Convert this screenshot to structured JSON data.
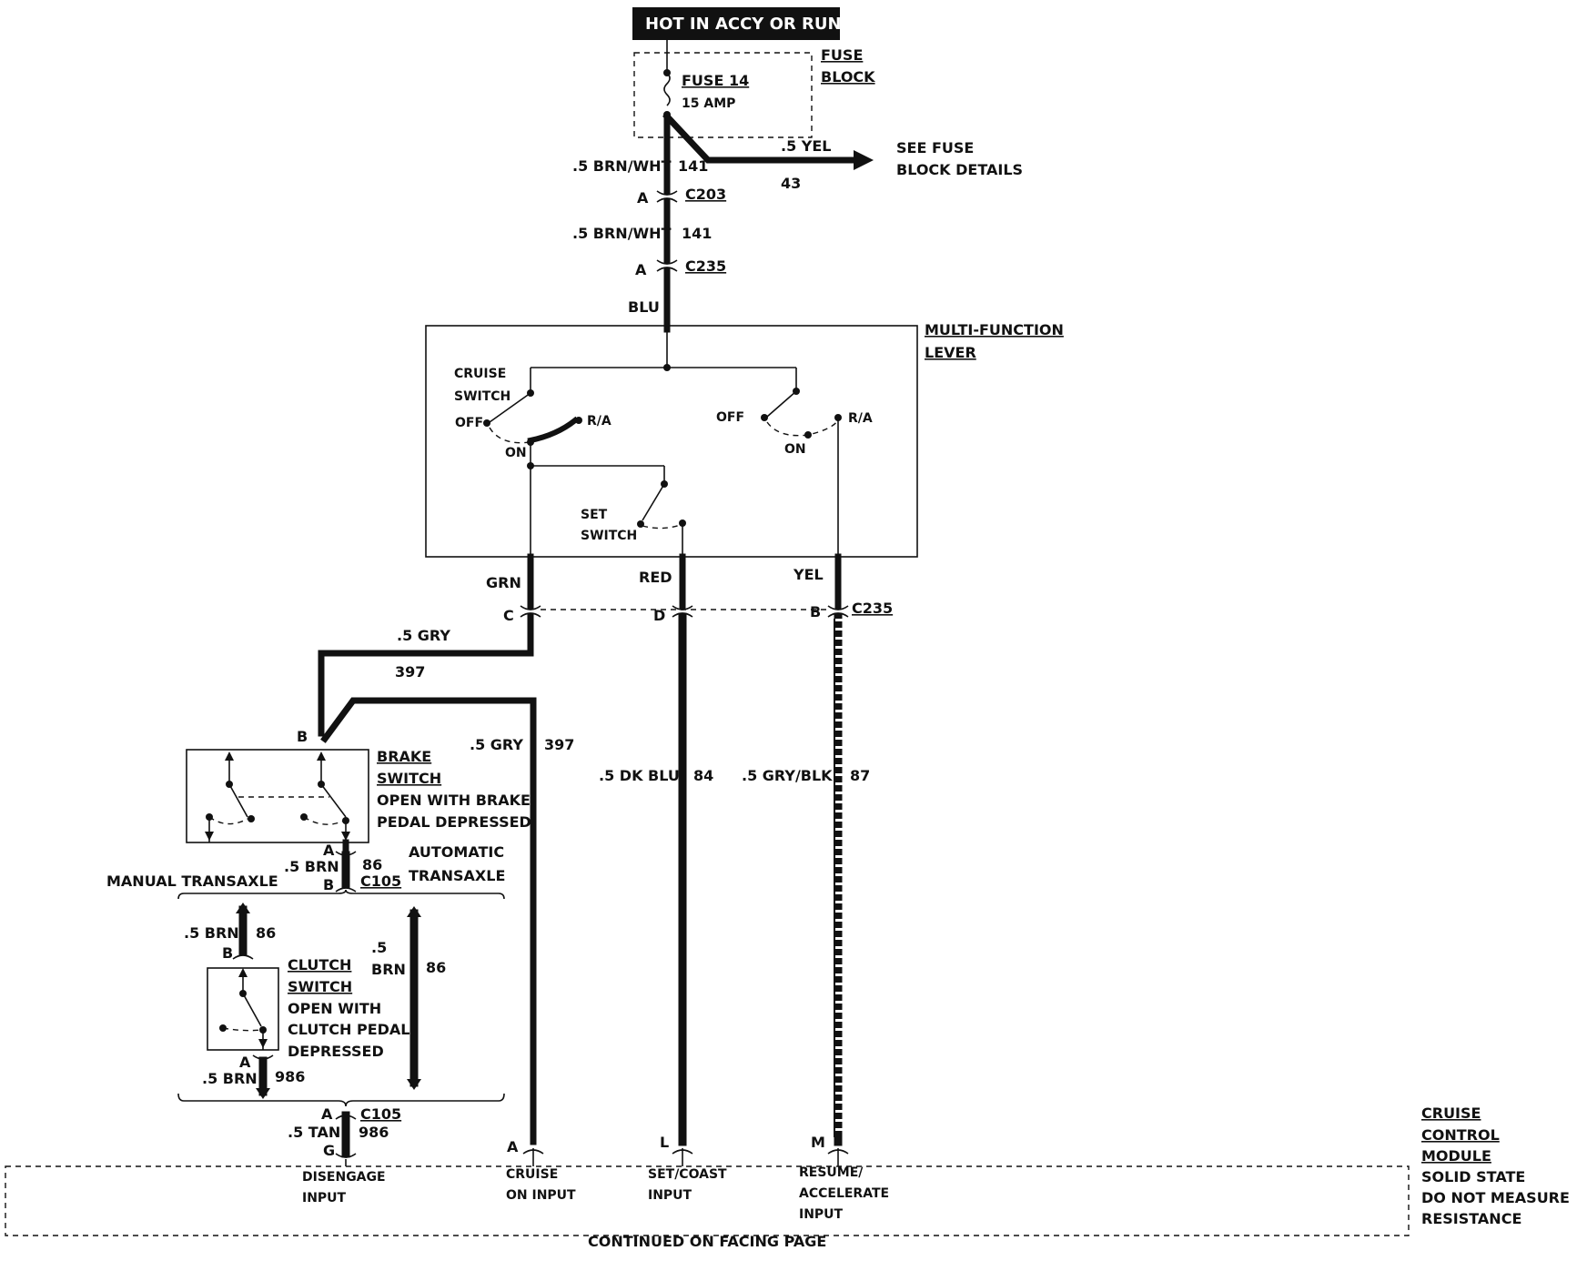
{
  "hot_banner": "HOT IN ACCY OR RUN",
  "fuse_block": {
    "title_line1": "FUSE",
    "title_line2": "BLOCK",
    "fuse_name": "FUSE 14",
    "fuse_rating": "15 AMP"
  },
  "fuse_output": {
    "wire": ".5 YEL",
    "circuit": "43",
    "note_line1": "SEE FUSE",
    "note_line2": "BLOCK DETAILS"
  },
  "feed": {
    "wire1": ".5 BRN/WHT",
    "circuit1": "141",
    "c203_pin": "A",
    "c203": "C203",
    "wire2": ".5 BRN/WHT",
    "circuit2": "141",
    "c235_pin": "A",
    "c235": "C235",
    "wire3": "BLU"
  },
  "lever": {
    "title_line1": "MULTI-FUNCTION",
    "title_line2": "LEVER",
    "cruise_line1": "CRUISE",
    "cruise_line2": "SWITCH",
    "off_left": "OFF",
    "ra_left": "R/A",
    "on_left": "ON",
    "off_right": "OFF",
    "ra_right": "R/A",
    "on_right": "ON",
    "set_line1": "SET",
    "set_line2": "SWITCH"
  },
  "lever_outputs": {
    "grn": "GRN",
    "red": "RED",
    "yel": "YEL",
    "pin_c": "C",
    "pin_d": "D",
    "pin_b": "B",
    "c235": "C235"
  },
  "gry_run": {
    "wire": ".5 GRY",
    "circuit": "397",
    "wire2": ".5 GRY",
    "circuit2": "397"
  },
  "dkblu_run": {
    "wire": ".5 DK BLU",
    "circuit": "84"
  },
  "grybLk_run": {
    "wire": ".5 GRY/BLK",
    "circuit": "87"
  },
  "brake": {
    "pin_b": "B",
    "line1": "BRAKE",
    "line2": "SWITCH",
    "line3": "OPEN WITH BRAKE",
    "line4": "PEDAL DEPRESSED"
  },
  "c105_upper": {
    "pin_a": "A",
    "pin_b": "B",
    "wire": ".5 BRN",
    "circuit": "86",
    "name": "C105"
  },
  "manual": "MANUAL TRANSAXLE",
  "automatic_line1": "AUTOMATIC",
  "automatic_line2": "TRANSAXLE",
  "clutch_upper": {
    "wire": ".5 BRN",
    "circuit": "86",
    "pin_b": "B"
  },
  "clutch": {
    "line1": "CLUTCH",
    "line2": "SWITCH",
    "line3": "OPEN WITH",
    "line4": "CLUTCH PEDAL",
    "line5": "DEPRESSED"
  },
  "clutch_lower": {
    "pin_a": "A",
    "wire": ".5 BRN",
    "circuit": "986"
  },
  "auto_wire": {
    "size": ".5",
    "color": "BRN",
    "circuit": "86"
  },
  "c105_lower": {
    "pin_a": "A",
    "pin_g": "G",
    "wire": ".5 TAN",
    "circuit": "986",
    "name": "C105"
  },
  "module": {
    "pin_a": "A",
    "pin_l": "L",
    "pin_m": "M",
    "disengage_line1": "DISENGAGE",
    "disengage_line2": "INPUT",
    "cruise_line1": "CRUISE",
    "cruise_line2": "ON INPUT",
    "set_line1": "SET/COAST",
    "set_line2": "INPUT",
    "resume_line1": "RESUME/",
    "resume_line2": "ACCELERATE",
    "resume_line3": "INPUT",
    "title_line1": "CRUISE",
    "title_line2": "CONTROL",
    "title_line3": "MODULE",
    "title_line4": "SOLID STATE",
    "title_line5": "DO NOT MEASURE",
    "title_line6": "RESISTANCE"
  },
  "footer": "CONTINUED ON FACING PAGE"
}
